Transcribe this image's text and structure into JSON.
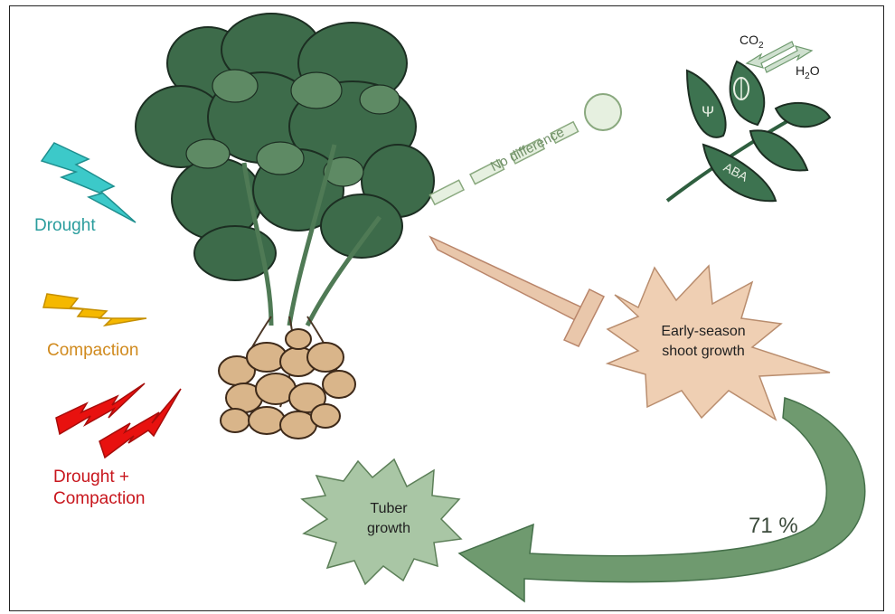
{
  "stressors": [
    {
      "label": "Drought",
      "color": "#2a9d9d"
    },
    {
      "label": "Compaction",
      "color": "#d08a1e"
    },
    {
      "label": "Drought +\nCompaction",
      "color": "#c8161d"
    }
  ],
  "leaf_labels": {
    "psi": "Ψ",
    "aba": "ABA"
  },
  "gas_labels": {
    "co2": "CO",
    "co2_sub": "2",
    "h2o_pre": "H",
    "h2o_sub": "2",
    "h2o_post": "O"
  },
  "inhibit_label": "No difference",
  "early_growth": "Early-season\nshoot growth",
  "tuber_growth": "Tuber\ngrowth",
  "percent": "71 %",
  "colors": {
    "drought": "#3cc9c9",
    "compaction": "#f5b800",
    "combined": "#e8110f",
    "dashed": "#e6f0e0",
    "dashed_stroke": "#8aa97f",
    "inhibit_fill": "#e9c7ab",
    "inhibit_stroke": "#b9856a",
    "early_burst": "#efcfb3",
    "tuber_burst": "#a9c6a5",
    "arrow_green": "#6f9a6f",
    "leaf_dark": "#2f5f3f"
  }
}
